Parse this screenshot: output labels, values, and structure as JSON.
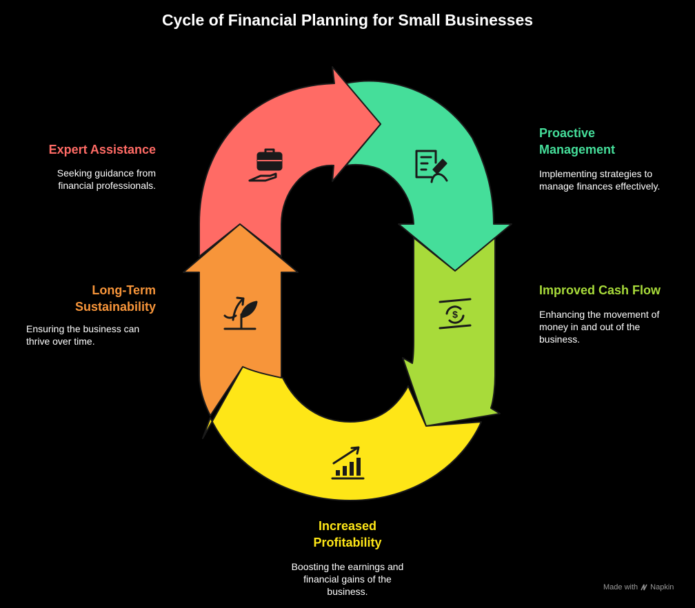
{
  "title": "Cycle of Financial Planning for Small Businesses",
  "steps": [
    {
      "label": "Expert Assistance",
      "description": "Seeking guidance from financial professionals.",
      "color": "#FF6B65",
      "icon": "hand-briefcase-icon"
    },
    {
      "label": "Proactive Management",
      "description": "Implementing strategies to manage finances effectively.",
      "color": "#45DE9A",
      "icon": "document-edit-icon"
    },
    {
      "label": "Improved Cash Flow",
      "description": "Enhancing the movement of money in and out of the business.",
      "color": "#A8DB3A",
      "icon": "money-cycle-icon"
    },
    {
      "label": "Increased Profitability",
      "description": "Boosting the earnings and financial gains of the business.",
      "color": "#FEE617",
      "icon": "growth-chart-icon"
    },
    {
      "label": "Long-Term Sustainability",
      "description": "Ensuring the business can thrive over time.",
      "color": "#F7953A",
      "icon": "sprout-icon"
    }
  ],
  "footer": {
    "made_with": "Made with",
    "brand": "Napkin"
  }
}
